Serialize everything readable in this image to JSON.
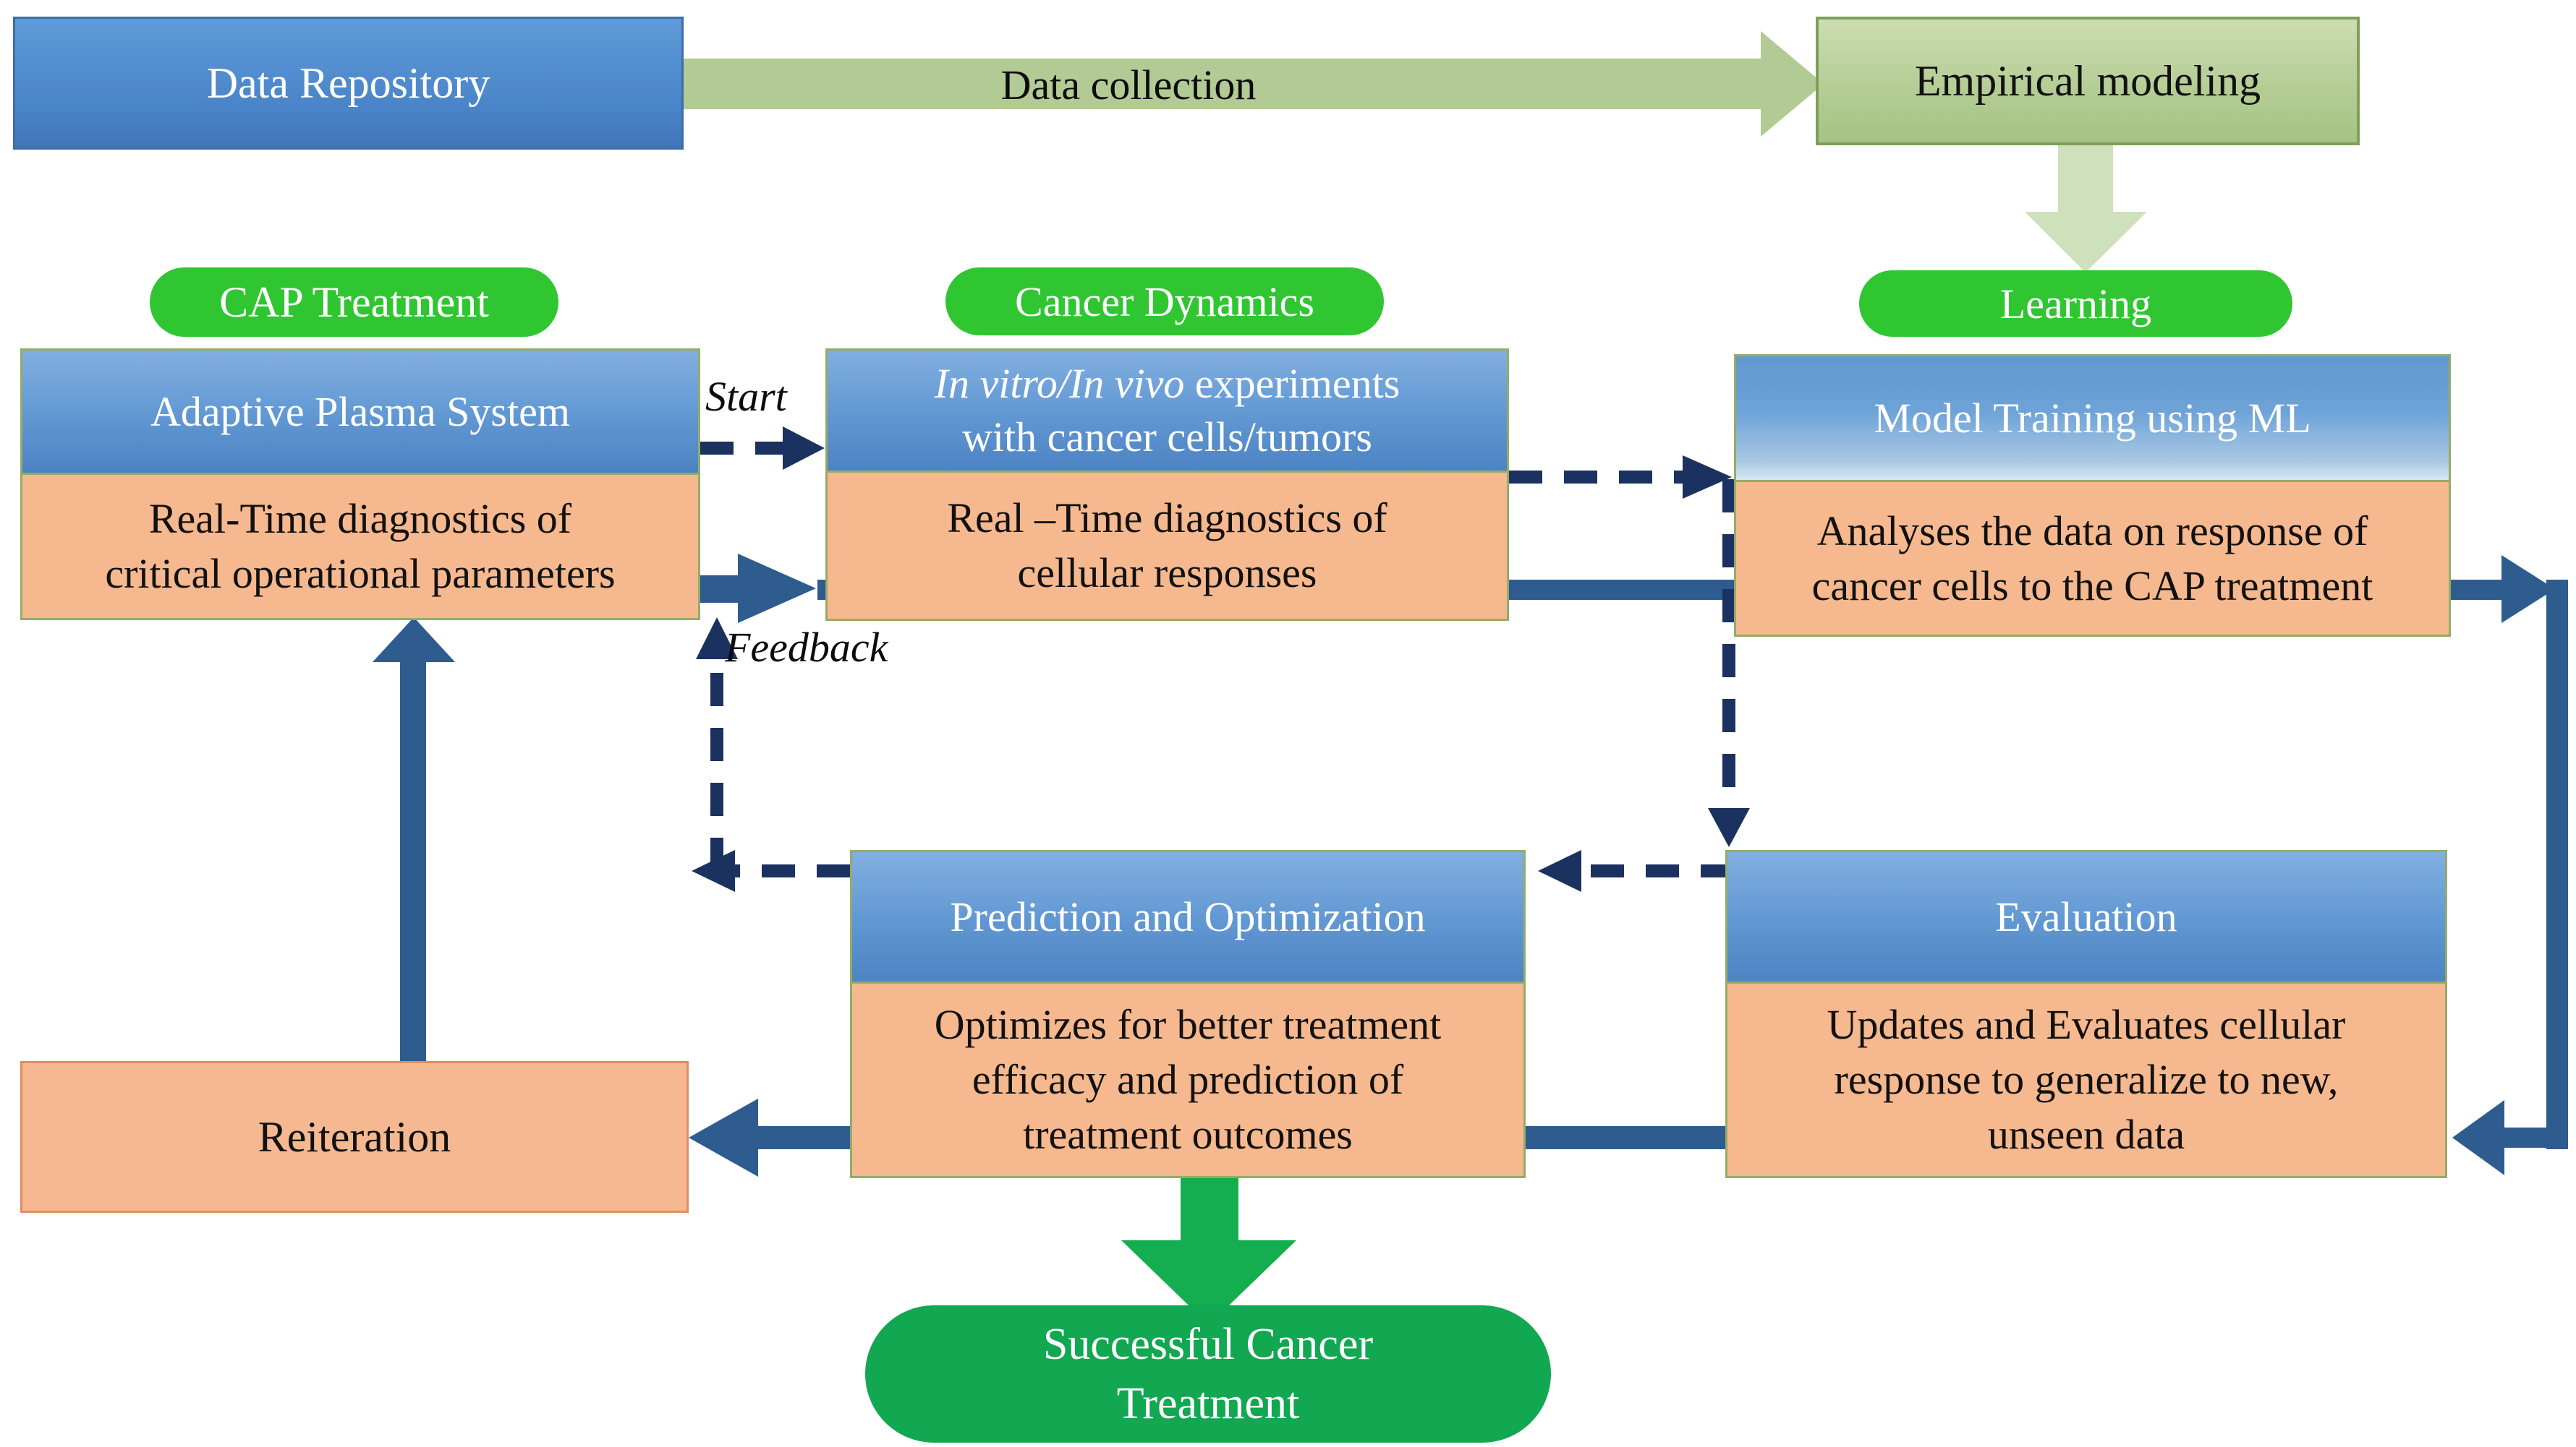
{
  "nodes": {
    "data_repository": {
      "label": "Data Repository"
    },
    "empirical_modeling": {
      "label": "Empirical modeling"
    },
    "cap_treatment": {
      "label": "CAP Treatment"
    },
    "cancer_dynamics": {
      "label": "Cancer Dynamics"
    },
    "learning": {
      "label": "Learning"
    },
    "adaptive_plasma": {
      "header": "Adaptive Plasma System",
      "body_line1": "Real-Time diagnostics of",
      "body_line2": "critical operational parameters"
    },
    "in_vitro": {
      "header_italic": "In vitro/In vivo",
      "header_rest": " experiments",
      "header_line2": "with cancer cells/tumors",
      "body_line1": "Real –Time diagnostics of",
      "body_line2": "cellular responses"
    },
    "model_training": {
      "header": "Model Training using ML",
      "body_line1": "Analyses the data on response of",
      "body_line2": "cancer cells to the CAP treatment"
    },
    "prediction": {
      "header": "Prediction and Optimization",
      "body_line1": "Optimizes for better treatment",
      "body_line2": "efficacy and prediction of",
      "body_line3": "treatment outcomes"
    },
    "evaluation": {
      "header": "Evaluation",
      "body_line1": "Updates and Evaluates cellular",
      "body_line2": "response to generalize to new,",
      "body_line3": "unseen data"
    },
    "reiteration": {
      "label": "Reiteration"
    },
    "success": {
      "line1": "Successful Cancer",
      "line2": "Treatment"
    }
  },
  "edge_labels": {
    "data_collection": "Data collection",
    "start": "Start",
    "feedback": "Feedback"
  },
  "colors": {
    "solid_arrow_navy": "#2e5c8e",
    "dashed_arrow_navy": "#1b3160",
    "sage_arrow": "#b2cb94",
    "pale_green_arrow": "#cfe0bd",
    "bright_green_arrow": "#14ad4f",
    "pill_bright_green": "#30c632",
    "pill_deep_green": "#12a751",
    "header_blue": "#5b93cf",
    "body_orange": "#f6b88e",
    "empirical_green": "#b3cc93"
  }
}
